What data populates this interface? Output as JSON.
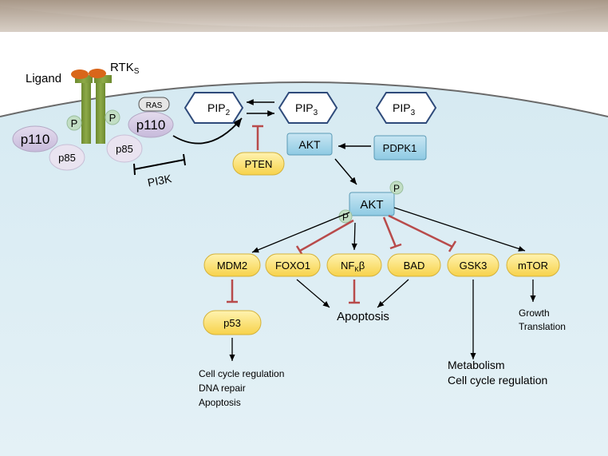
{
  "colors": {
    "extracellular": "#c9bdb1",
    "cytoplasm": "#dcedf3",
    "membrane": "#5b5b5b",
    "receptor": "#7f9c3c",
    "ligand": "#d9661a",
    "p110": "#d5cbe2",
    "p85": "#e7e1ef",
    "ras": "#e6e6e6",
    "phosphate": "#c2dec4",
    "pip_outline": "#2e4a7a",
    "akt_fill": "#a9d6ea",
    "node_fill": "#ffe680",
    "activation": "#000000",
    "inhibition": "#b84b4b"
  },
  "labels": {
    "ligand": "Ligand",
    "rtk": "RTK",
    "rtk_sub": "S",
    "ras": "RAS",
    "p110_left": "p110",
    "p85_left": "p85",
    "p110_right": "p110",
    "p85_right": "p85",
    "phos_left": "P",
    "phos_right": "P",
    "pi3k": "PI3K"
  },
  "nodes": {
    "pip2_main": "PIP",
    "pip2_sub": "2",
    "pip3_main": "PIP",
    "pip3_sub": "3",
    "pip3b_main": "PIP",
    "pip3b_sub": "3",
    "akt_top": "AKT",
    "pdpk1": "PDPK1",
    "pten": "PTEN",
    "akt_main": "AKT",
    "akt_p_top": "P",
    "akt_p_left": "P",
    "mdm2": "MDM2",
    "foxo1": "FOXO1",
    "nfkb_main": "NF",
    "nfkb_sub": "K",
    "nfkb_tail": "β",
    "bad": "BAD",
    "gsk3": "GSK3",
    "mtor": "mTOR",
    "p53": "p53"
  },
  "outcomes": {
    "apoptosis": "Apoptosis",
    "p53_lines": [
      "Cell cycle regulation",
      "DNA repair",
      "Apoptosis"
    ],
    "gsk3_lines": [
      "Metabolism",
      "Cell cycle regulation"
    ],
    "mtor_lines": [
      "Growth",
      "Translation"
    ]
  }
}
